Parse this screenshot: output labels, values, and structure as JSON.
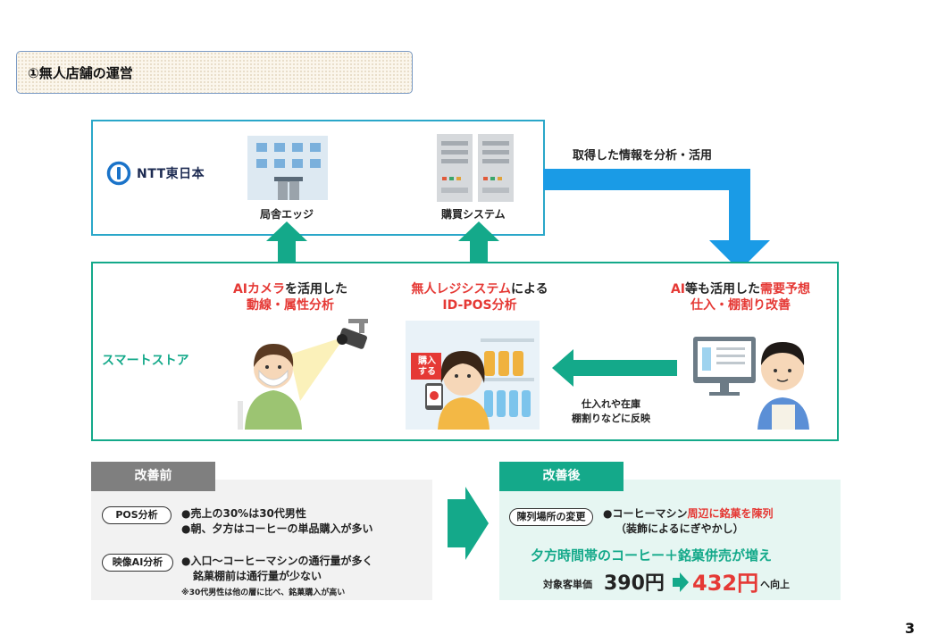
{
  "header": {
    "title": "①無人店舗の運営"
  },
  "ntt": {
    "logo_text": "NTT東日本",
    "edge_label": "局舎エッジ",
    "purchase_label": "購買システム"
  },
  "flow": {
    "analyze_label": "取得した情報を分析・活用"
  },
  "store": {
    "label": "スマートストア",
    "camera_caption": {
      "line1_red": "AIカメラ",
      "line1_dark": "を活用した",
      "line2_red": "動線・属性分析"
    },
    "register_caption": {
      "line1_red": "無人レジシステム",
      "line1_dark": "による",
      "line2_red": "ID-POS分析"
    },
    "demand_caption": {
      "line1_red": "AI",
      "line1_dark": "等も活用した",
      "line1_red2": "需要予想",
      "line2_red": "仕入・棚割り改善"
    },
    "feedback_line1": "仕入れや在庫",
    "feedback_line2": "棚割りなどに反映",
    "buy_sign_line1": "購入",
    "buy_sign_line2": "する"
  },
  "before": {
    "tab": "改善前",
    "pos_pill": "POS分析",
    "pos_line1": "●売上の30%は30代男性",
    "pos_line2": "●朝、夕方はコーヒーの単品購入が多い",
    "video_pill": "映像AI分析",
    "video_line1": "●入口～コーヒーマシンの通行量が多く",
    "video_line2": "銘菓棚前は通行量が少ない",
    "note": "※30代男性は他の層に比べ、銘菓購入が高い"
  },
  "after": {
    "tab": "改善後",
    "pill": "陳列場所の変更",
    "line1_dark": "●コーヒーマシン",
    "line1_red": "周辺に銘菓を陳列",
    "line2": "（装飾によるにぎやかし）",
    "headline": "夕方時間帯のコーヒー＋銘菓併売が増え",
    "price_label": "対象客単価",
    "price_before": "390円",
    "price_after": "432円",
    "price_tail": "へ向上"
  },
  "page": {
    "number": "3"
  },
  "colors": {
    "teal": "#14a98a",
    "blue": "#1a9be6",
    "red": "#e53935",
    "frame_blue": "#2aa7c9"
  }
}
